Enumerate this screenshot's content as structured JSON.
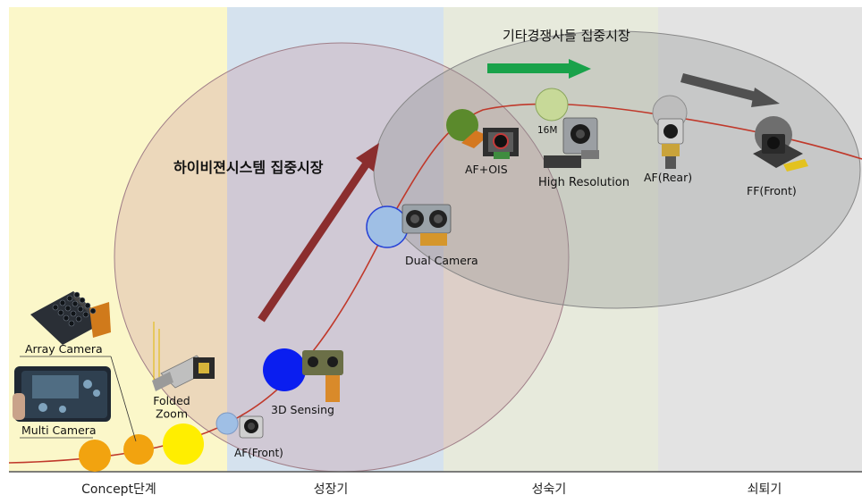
{
  "phases": [
    {
      "label": "Concept단계",
      "color": "#fbf7c9"
    },
    {
      "label": "성장기",
      "color": "#d5e2ee"
    },
    {
      "label": "성숙기",
      "color": "#e7eadc"
    },
    {
      "label": "쇠퇴기",
      "color": "#e3e3e3"
    }
  ],
  "regions": {
    "highvision": {
      "label": "하이비젼시스템 집중시장"
    },
    "competitors": {
      "label": "기타경쟁사들 집중시장"
    }
  },
  "products": {
    "array_camera": {
      "label": "Array Camera"
    },
    "multi_camera": {
      "label": "Multi Camera"
    },
    "folded_zoom": {
      "label": "Folded\nZoom"
    },
    "af_front": {
      "label": "AF(Front)"
    },
    "sensing_3d": {
      "label": "3D Sensing"
    },
    "dual_camera": {
      "label": "Dual Camera"
    },
    "af_ois": {
      "label": "AF+OIS"
    },
    "sixteen_m": {
      "label": "16M"
    },
    "high_resolution": {
      "label": "High Resolution"
    },
    "af_rear": {
      "label": "AF(Rear)"
    },
    "ff_front": {
      "label": "FF(Front)"
    }
  },
  "colors": {
    "curve": "#c0392b",
    "red_arrow": "#8b2e2e",
    "green_arrow": "#19a24a",
    "gray_arrow": "#505050",
    "dot_orange": "#f2a30f",
    "dot_yellow": "#ffee00",
    "dot_light_blue": "#9fbfe5",
    "dot_blue": "#0a1ef0",
    "dot_olive": "#5b8a2c",
    "dot_light_green": "#c7d998",
    "dot_gray": "#bdbdbd",
    "dot_dark_gray": "#6e6e6e"
  }
}
